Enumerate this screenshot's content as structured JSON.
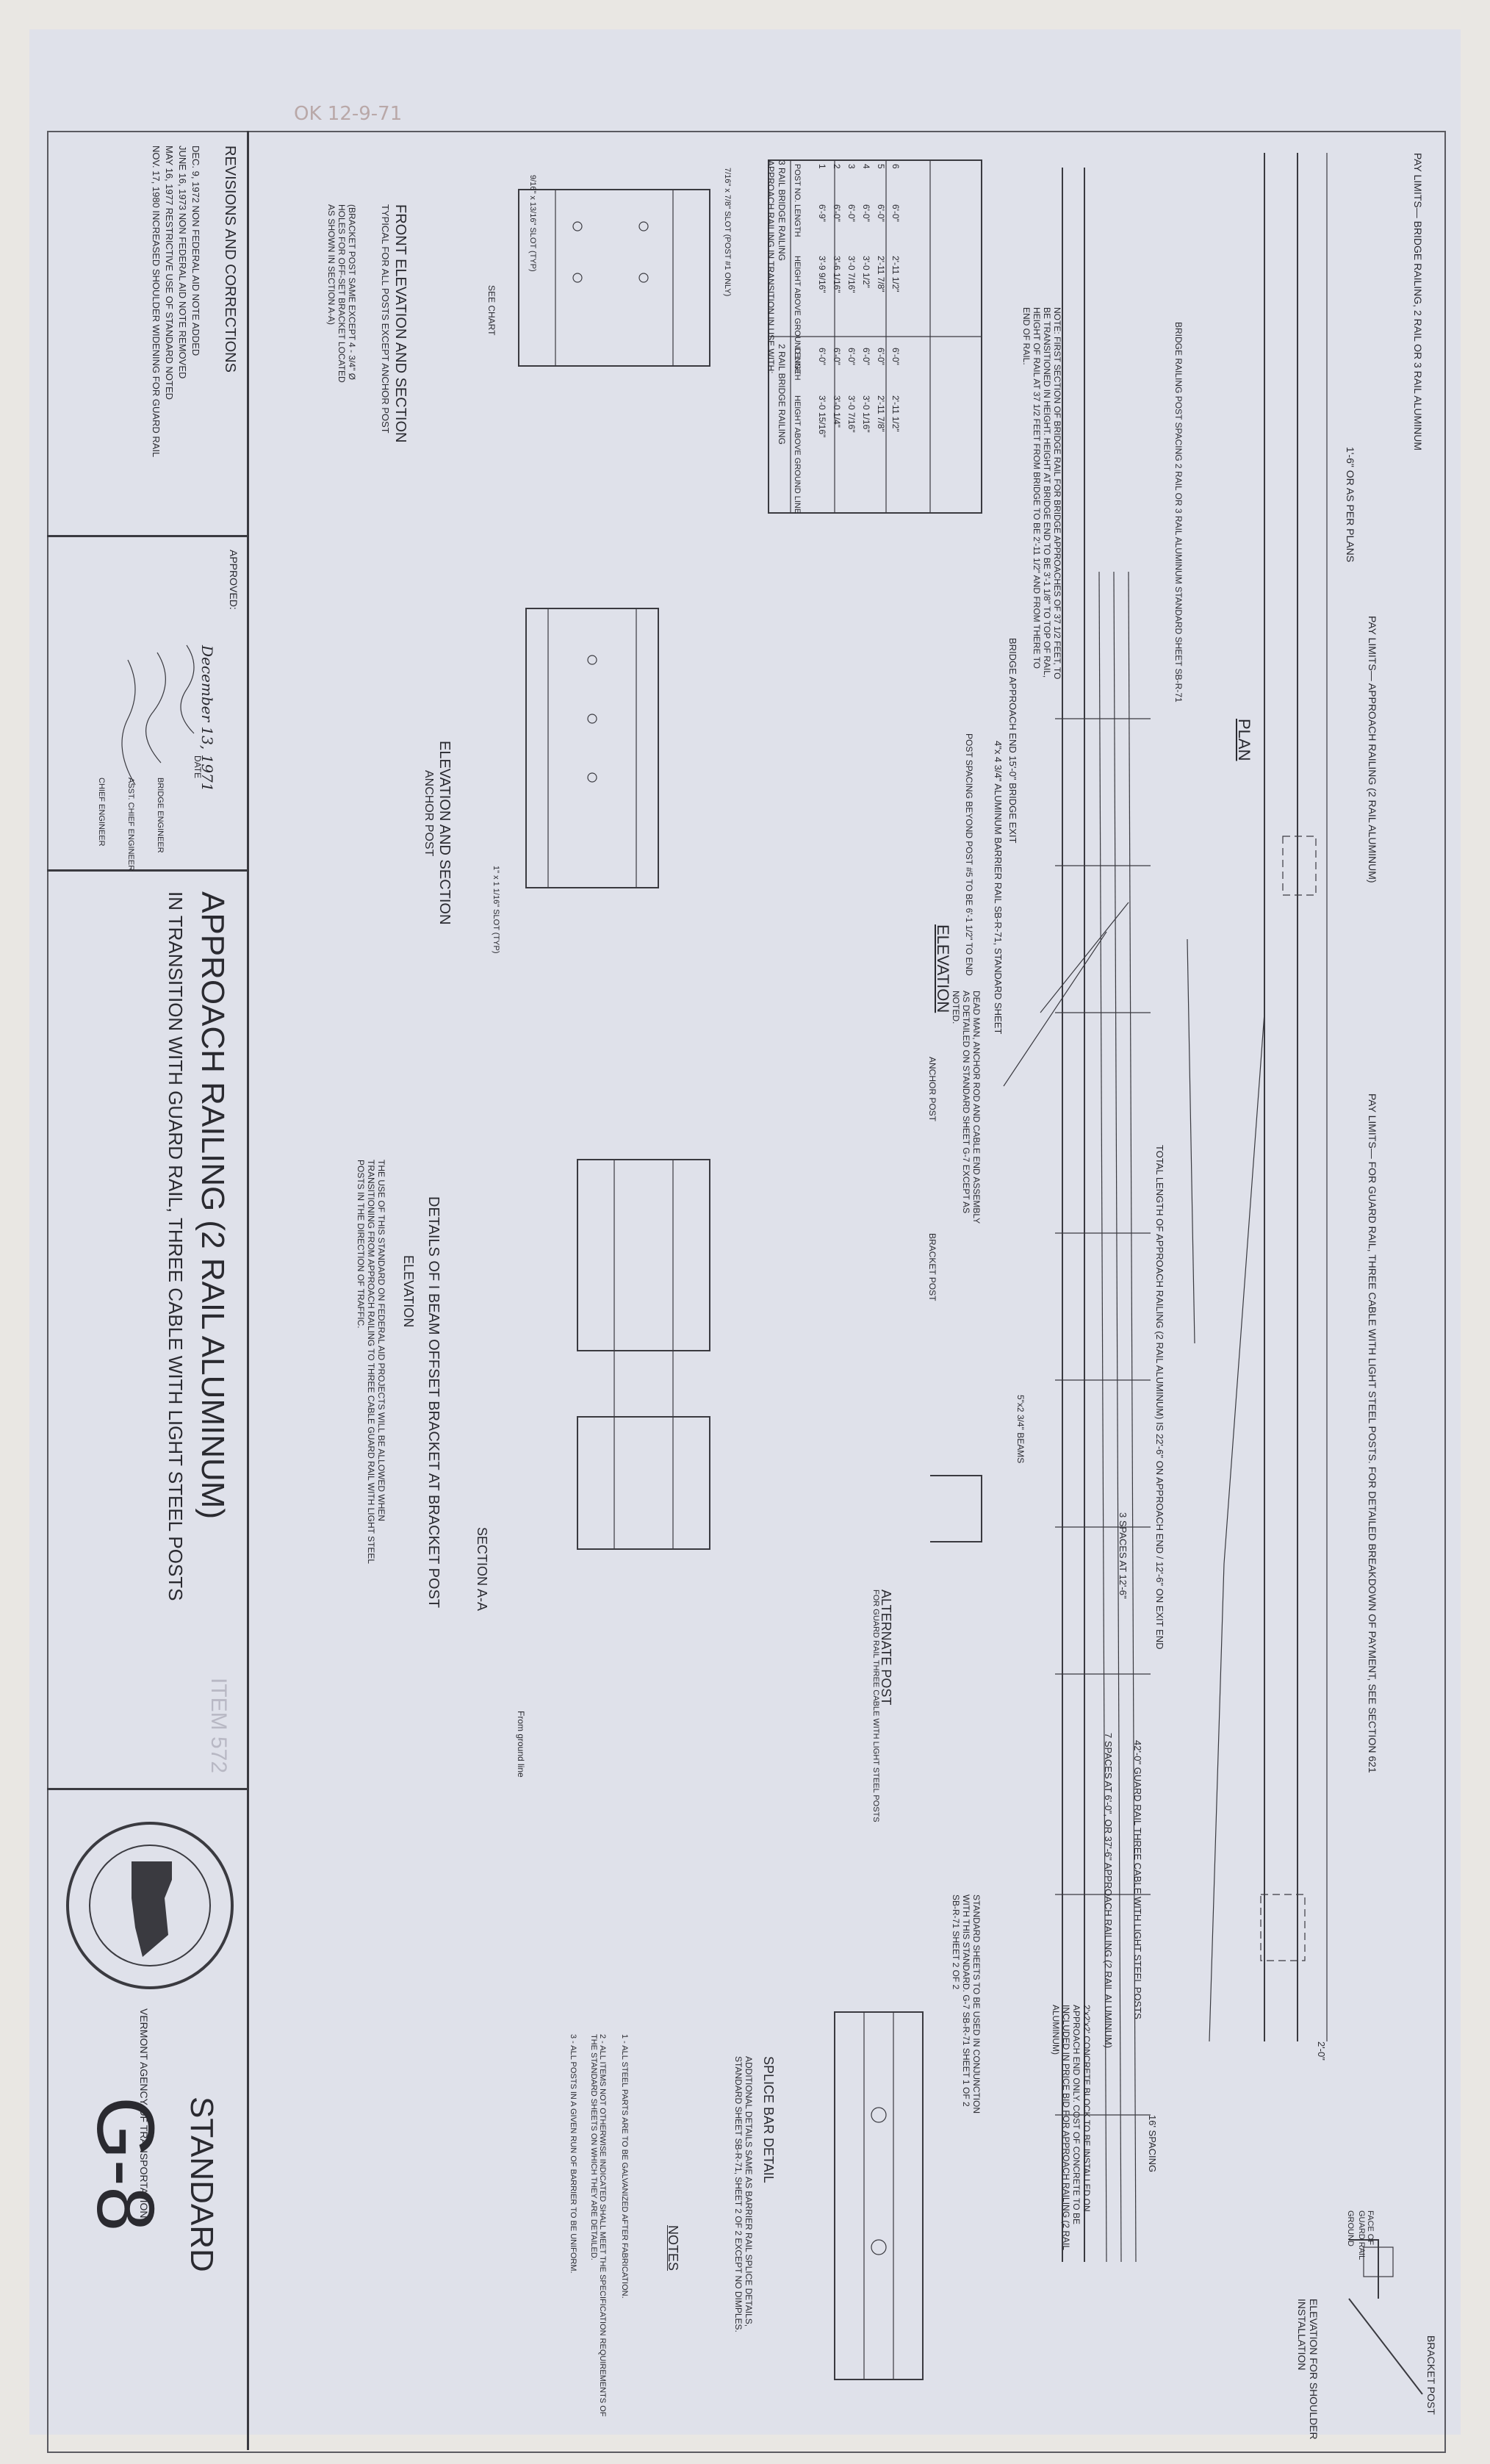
{
  "pencil_note": "OK 12-9-71",
  "title_block": {
    "revisions_heading": "REVISIONS AND CORRECTIONS",
    "revisions": [
      "DEC. 9, 1972  NON FEDERAL AID NOTE ADDED",
      "JUNE 16, 1973  NON FEDERAL AID NOTE REMOVED",
      "MAY 16, 1977  RESTRICTIVE USE OF STANDARD NOTED",
      "NOV. 17, 1980  INCREASED SHOULDER WIDENING FOR GUARD RAIL"
    ],
    "approved_label": "APPROVED:",
    "approval_date": "December 13, 1971",
    "date_label": "DATE",
    "signature_1_title": "BRIDGE ENGINEER",
    "signature_2_title": "ASST. CHIEF ENGINEER",
    "signature_3_title": "CHIEF ENGINEER",
    "title_line_1": "APPROACH RAILING (2 RAIL ALUMINUM)",
    "title_item": "ITEM 572",
    "title_line_2": "IN TRANSITION WITH GUARD RAIL, THREE CABLE WITH LIGHT STEEL POSTS",
    "agency_seal": "VERMONT AGENCY OF TRANSPORTATION",
    "standard_label": "STANDARD",
    "standard_number": "G-8"
  },
  "plan": {
    "heading": "PLAN",
    "pay_limits_bridge": "PAY LIMITS— BRIDGE RAILING, 2 RAIL OR 3 RAIL ALUMINUM",
    "pay_limits_approach": "PAY LIMITS— APPROACH RAILING (2 RAIL ALUMINUM)",
    "pay_limits_guard": "PAY LIMITS— FOR GUARD RAIL, THREE CABLE WITH LIGHT STEEL POSTS. FOR DETAILED BREAKDOWN OF PAYMENT, SEE SECTION 621",
    "note_plans": "1'-6\" OR AS PER PLANS",
    "total_length": "TOTAL LENGTH OF APPROACH RAILING (2 RAIL ALUMINUM) IS 22'-6\" ON APPROACH END / 12'-6\" ON EXIT END",
    "guard_rail_length": "42'-0\" GUARD RAIL THREE CABLE WITH LIGHT STEEL POSTS",
    "spaces_1": "3 SPACES AT 12'-6\"",
    "spaces_2": "7 SPACES AT 6'-0\", OR 37'-6\" APPROACH RAILING (2 RAIL ALUMINUM)",
    "spacing_16": "16' SPACING",
    "two_ft": "2'-0\""
  },
  "elevation": {
    "heading": "ELEVATION",
    "note": "NOTE: FIRST SECTION OF BRIDGE RAIL FOR BRIDGE APPROACHES OF 37 1/2 FEET, TO BE TRANSITIONED IN HEIGHT. HEIGHT AT BRIDGE END TO BE 3'-1 1/8\" TO TOP OF RAIL, HEIGHT OF RAIL AT 37 1/2 FEET FROM BRIDGE TO BE 2'-11 1/2\" AND FROM THERE TO END OF RAIL.",
    "bridge_post_spacing": "BRIDGE RAILING POST SPACING 2 RAIL OR 3 RAIL ALUMINUM STANDARD SHEET SB-R-71",
    "bridge_approach_end": "BRIDGE APPROACH END 15'-0\" BRIDGE EXIT",
    "barrier_rail": "4\"x 4 3/4\" ALUMINUM BARRIER RAIL SB-R-71, STANDARD SHEET",
    "post_spacing": "POST SPACING BEYOND POST #5 TO BE 6'-1 1/2\" TO END",
    "dead_man": "DEAD MAN, ANCHOR ROD AND CABLE END ASSEMBLY AS DETAILED ON STANDARD SHEET G-7 EXCEPT AS NOTED.",
    "anchor_post": "ANCHOR POST",
    "bracket_post": "BRACKET POST",
    "beams": "5\"x2 3/4\" BEAMS"
  },
  "table": {
    "title": "APPROACH RAILING IN TRANSITION IN USE WITH:",
    "columns": [
      "POST NO.",
      "LENGTH",
      "HEIGHT ABOVE GROUND LINE",
      "LENGTH",
      "HEIGHT ABOVE GROUND LINE"
    ],
    "group_a": "3 RAIL BRIDGE RAILING",
    "group_b": "2 RAIL BRIDGE RAILING",
    "rows": [
      [
        "1",
        "6'-9\"",
        "3'-9 9/16\"",
        "6'-0\"",
        "3'-0 15/16\""
      ],
      [
        "2",
        "6'-0\"",
        "3'-6 1/16\"",
        "6'-0\"",
        "3'-0 1/4\""
      ],
      [
        "3",
        "6'-0\"",
        "3'-0 7/16\"",
        "6'-0\"",
        "3'-0 7/16\""
      ],
      [
        "4",
        "6'-0\"",
        "3'-0 1/2\"",
        "6'-0\"",
        "3'-0 1/16\""
      ],
      [
        "5",
        "6'-0\"",
        "2'-11 7/8\"",
        "6'-0\"",
        "2'-11 7/8\""
      ],
      [
        "6",
        "6'-0\"",
        "2'-11 1/2\"",
        "6'-0\"",
        "2'-11 1/2\""
      ]
    ]
  },
  "details": {
    "front_elevation": "FRONT ELEVATION AND SECTION",
    "front_elevation_sub": "TYPICAL FOR ALL POSTS EXCEPT ANCHOR POST",
    "bracket_note": "(BRACKET POST SAME EXCEPT 4 - 3/4\" Ø HOLES FOR OFF-SET BRACKET LOCATED AS SHOWN IN SECTION A-A)",
    "anchor_elevation": "ELEVATION AND SECTION",
    "anchor_elevation_sub": "ANCHOR POST",
    "see_chart": "SEE CHART",
    "slot_1": "7/16\" x 7/8\" SLOT (POST #1 ONLY)",
    "slot_2": "9/16\" x 13/16\" SLOT (TYP)",
    "slot_3": "1\" x 1 1/16\" SLOT (TYP)",
    "i_beam_title": "DETAILS OF I BEAM OFFSET BRACKET AT BRACKET POST",
    "elevation_label": "ELEVATION",
    "section_aa": "SECTION A-A",
    "ground_line": "From ground line",
    "use_note": "THE USE OF THIS STANDARD ON FEDERAL AID PROJECTS WILL BE ALLOWED WHEN TRANSITIONING FROM APPROACH RAILING TO THREE CABLE GUARD RAIL WITH LIGHT STEEL POSTS IN THE DIRECTION OF TRAFFIC.",
    "alternate_post": "ALTERNATE POST",
    "alternate_post_sub": "FOR GUARD RAIL THREE CABLE WITH LIGHT STEEL POSTS",
    "splice_bar": "SPLICE BAR DETAIL",
    "splice_bar_sub": "ADDITIONAL DETAILS SAME AS BARRIER RAIL SPLICE DETAILS, STANDARD SHEET SB-R-71, SHEET 2 OF 2 EXCEPT NO DIMPLES.",
    "standard_sheets": "STANDARD SHEETS TO BE USED IN CONJUNCTION WITH THIS STANDARD. G-7  SB-R-71 SHEET 1 OF 2  SB-R-71 SHEET 2 OF 2",
    "concrete_block": "2'x2'x2' CONCRETE BLOCK TO BE INSTALLED ON APPROACH END ONLY. COST OF CONCRETE TO BE INCLUDED IN PRICE BID FOR APPROACH RAILING (2 RAIL ALUMINUM)",
    "shoulder_install": "ELEVATION FOR SHOULDER INSTALLATION",
    "bracket_post_label": "BRACKET POST",
    "face_guard_rail": "FACE OF GUARD RAIL",
    "ground_label": "GROUND"
  },
  "notes": {
    "heading": "NOTES",
    "items": [
      "1 - ALL STEEL PARTS ARE TO BE GALVANIZED AFTER FABRICATION.",
      "2 - ALL ITEMS NOT OTHERWISE INDICATED SHALL MEET THE SPECIFICATION REQUIREMENTS OF THE STANDARD SHEETS ON WHICH THEY ARE DETAILED.",
      "3 - ALL POSTS IN A GIVEN RUN OF BARRIER TO BE UNIFORM."
    ]
  }
}
